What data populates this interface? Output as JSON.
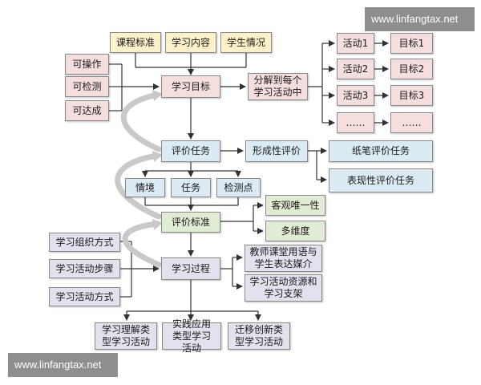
{
  "watermark": {
    "top_right": "www.linfangtax.net",
    "bottom_left": "www.linfangtax.net"
  },
  "top": {
    "curriculum_standard": "课程标准",
    "learning_content": "学习内容",
    "student_situation": "学生情况"
  },
  "left_criteria": [
    "可操作",
    "可检测",
    "可达成"
  ],
  "learning_goal": "学习目标",
  "decompose": "分解到每个学习活动中",
  "activities": [
    "活动1",
    "活动2",
    "活动3",
    "……"
  ],
  "targets": [
    "目标1",
    "目标2",
    "目标3",
    "……"
  ],
  "evaluation_task": "评价任务",
  "formative_evaluation": "形成性评价",
  "written_task": "纸笔评价任务",
  "performance_task": "表现性评价任务",
  "context_items": [
    "情境",
    "任务",
    "检测点"
  ],
  "evaluation_standard": "评价标准",
  "standard_props": [
    "客观唯一性",
    "多维度"
  ],
  "left_process": [
    "学习组织方式",
    "学习活动步骤",
    "学习活动方式"
  ],
  "learning_process": "学习过程",
  "process_right": [
    "教师课堂用语与学生表达媒介",
    "学习活动资源和学习支架"
  ],
  "bottom_types": [
    "学习理解类型学习活动",
    "实践应用类型学习活动",
    "迁移创新类型学习活动"
  ],
  "colors": {
    "yellow": "#fdf1c9",
    "pink": "#f5dede",
    "blue": "#dcebf3",
    "green": "#e1ecd4",
    "purple": "#e4e1ee"
  }
}
